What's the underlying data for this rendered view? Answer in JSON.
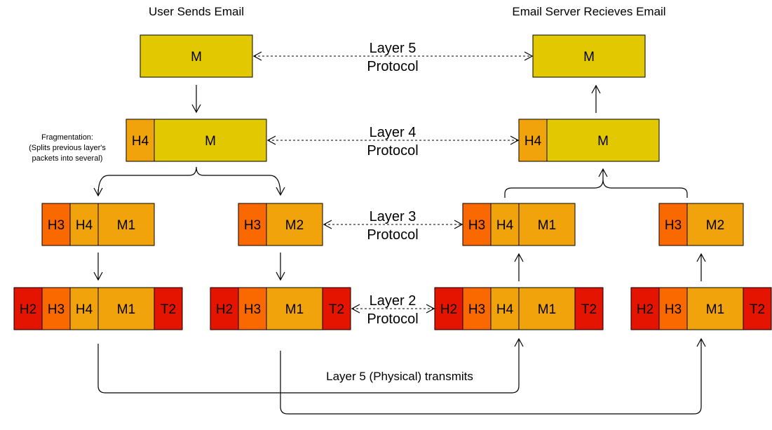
{
  "headers": {
    "sender": "User Sends Email",
    "receiver": "Email Server Recieves Email"
  },
  "protocols": {
    "layer5": [
      "Layer 5",
      "Protocol"
    ],
    "layer4": [
      "Layer 4",
      "Protocol"
    ],
    "layer3": [
      "Layer 3",
      "Protocol"
    ],
    "layer2": [
      "Layer 2",
      "Protocol"
    ]
  },
  "fragmentation_note": [
    "Fragmentation:",
    "(Splits previous layer's",
    "packets into several)"
  ],
  "physical_label": "Layer 5 (Physical) transmits",
  "cell_labels": {
    "message": "M",
    "h4": "H4",
    "h3": "H3",
    "h2": "H2",
    "m1": "M1",
    "m2": "M2",
    "t2": "T2"
  },
  "colors": {
    "message": "#e2c800",
    "h4": "#f0a30a",
    "payload": "#f0a30a",
    "h3": "#fa6800",
    "h2": "#e51400",
    "t2": "#e51400"
  },
  "packets": [
    {
      "name": "l5-sender",
      "cells": [
        "message"
      ]
    },
    {
      "name": "l4-sender",
      "cells": [
        "h4",
        "message"
      ]
    },
    {
      "name": "l3-sender-frag1",
      "cells": [
        "h3",
        "h4",
        "m1"
      ]
    },
    {
      "name": "l3-sender-frag2",
      "cells": [
        "h3",
        "m2"
      ]
    },
    {
      "name": "l2-sender-frag1",
      "cells": [
        "h2",
        "h3",
        "h4",
        "m1",
        "t2"
      ]
    },
    {
      "name": "l2-sender-frag2",
      "cells": [
        "h2",
        "h3",
        "m1",
        "t2"
      ]
    },
    {
      "name": "l5-receiver",
      "cells": [
        "message"
      ]
    },
    {
      "name": "l4-receiver",
      "cells": [
        "h4",
        "message"
      ]
    },
    {
      "name": "l3-receiver-frag1",
      "cells": [
        "h3",
        "h4",
        "m1"
      ]
    },
    {
      "name": "l3-receiver-frag2",
      "cells": [
        "h3",
        "m2"
      ]
    },
    {
      "name": "l2-receiver-frag1",
      "cells": [
        "h2",
        "h3",
        "h4",
        "m1",
        "t2"
      ]
    },
    {
      "name": "l2-receiver-frag2",
      "cells": [
        "h2",
        "h3",
        "m1",
        "t2"
      ]
    }
  ]
}
